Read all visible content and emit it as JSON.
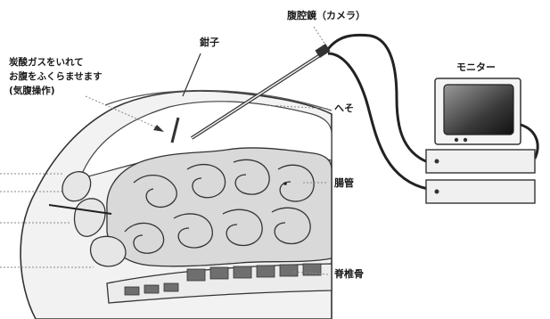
{
  "labels": {
    "laparoscope": "腹腔鏡（カメラ）",
    "forceps": "鉗子",
    "monitor": "モニター",
    "navel": "へそ",
    "intestine": "腸管",
    "spine": "脊椎骨"
  },
  "note": {
    "line1": "炭酸ガスをいれて",
    "line2": "お腹をふくらませます",
    "line3": "(気腹操作)"
  }
}
